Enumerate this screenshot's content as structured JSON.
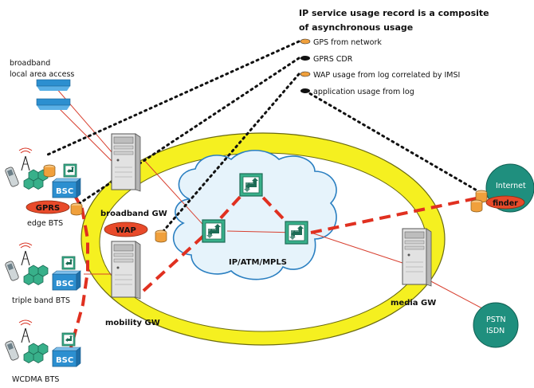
{
  "header": {
    "title_line1": "IP service usage record is a composite",
    "title_line2": "of asynchronous usage"
  },
  "legend": [
    {
      "label": "GPS from network",
      "color": "#f0a03c"
    },
    {
      "label": "GPRS CDR",
      "color": "#111111"
    },
    {
      "label": "WAP usage from log correlated by IMSI",
      "color": "#f0a03c"
    },
    {
      "label": "application usage from log",
      "color": "#111111"
    }
  ],
  "nodes": {
    "broadband_access": "broadband\nlocal area access",
    "edge_bts": "edge BTS",
    "triple_band_bts": "triple band  BTS",
    "wcdma_bts": "WCDMA BTS",
    "broadband_gw": "broadband GW",
    "mobility_gw": "mobility GW",
    "media_gw": "media GW",
    "core_network": "IP/ATM/MPLS",
    "internet": "Internet",
    "finder": "finder",
    "gprs": "GPRS",
    "wap": "WAP",
    "pstn": "PSTN",
    "isdn": "ISDN",
    "bsc": "BSC"
  },
  "colors": {
    "ring_fill": "#f5f020",
    "ring_stroke": "#6a6a10",
    "cloud_fill": "#e6f3fb",
    "cloud_stroke": "#2a7fc1",
    "router_fill": "#38b08a",
    "teal_circle": "#1f8f7e",
    "red_ellipse": "#e84a2a",
    "dashed_red": "#e03020",
    "thin_red": "#d84030",
    "db_orange": "#f0a03c",
    "bsc_blue": "#2c8fd0"
  }
}
